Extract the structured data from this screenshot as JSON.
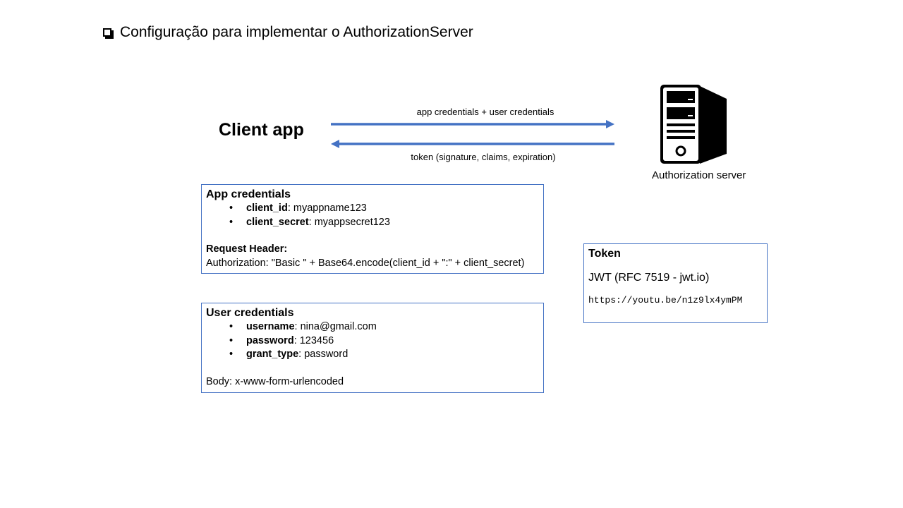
{
  "slide": {
    "title": "Configuração para implementar o AuthorizationServer",
    "bullet_icon": "checkbox-icon"
  },
  "diagram": {
    "client_label": "Client app",
    "arrow_forward_label": "app credentials + user credentials",
    "arrow_back_label": "token (signature, claims, expiration)",
    "server_label": "Authorization server",
    "server_icon": "server-icon",
    "arrow_color": "#4472c4"
  },
  "app_credentials": {
    "heading": "App credentials",
    "items": [
      {
        "key": "client_id",
        "value": ": myappname123"
      },
      {
        "key": "client_secret",
        "value": ": myappsecret123"
      }
    ],
    "header_heading": "Request Header:",
    "header_value": "Authorization: \"Basic \" + Base64.encode(client_id + \":\" + client_secret)"
  },
  "user_credentials": {
    "heading": "User credentials",
    "items": [
      {
        "key": "username",
        "value": ": nina@gmail.com"
      },
      {
        "key": "password",
        "value": ": 123456"
      },
      {
        "key": "grant_type",
        "value": ": password"
      }
    ],
    "body_value": "Body: x-www-form-urlencoded"
  },
  "token": {
    "heading": "Token",
    "jwt": "JWT (RFC 7519 - jwt.io)",
    "link": "https://youtu.be/n1z9lx4ymPM"
  }
}
